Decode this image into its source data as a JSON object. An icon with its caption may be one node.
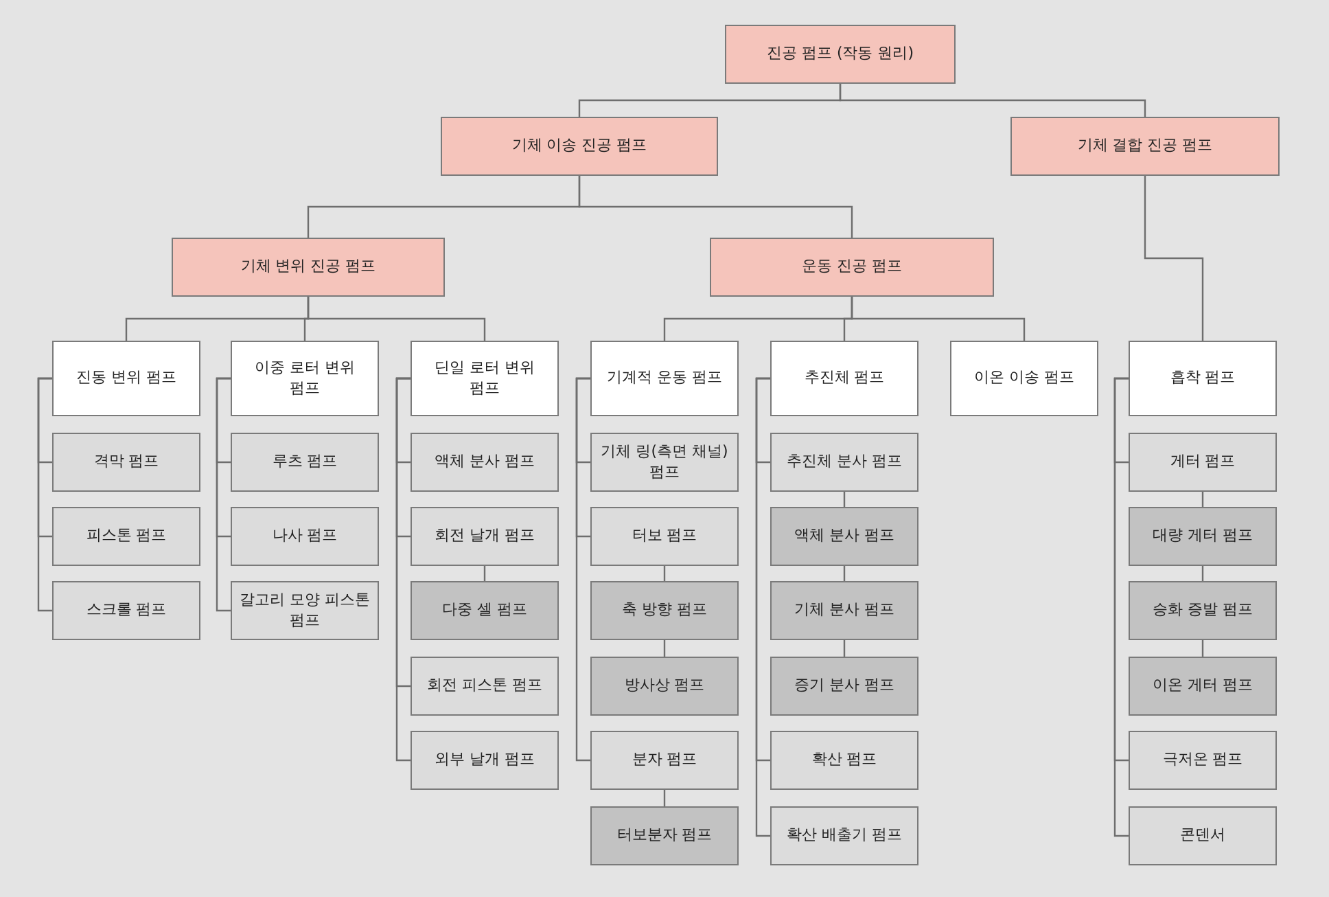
{
  "diagram": {
    "nodes": [
      {
        "text": [
          "진공 펌프 (작동 원리)"
        ]
      },
      {
        "text": [
          "기체 이송 진공 펌프"
        ]
      },
      {
        "text": [
          "기체 결합 진공 펌프"
        ]
      },
      {
        "text": [
          "기체 변위 진공 펌프"
        ]
      },
      {
        "text": [
          "운동 진공 펌프"
        ]
      },
      {
        "text": [
          "진동 변위 펌프"
        ]
      },
      {
        "text": [
          "이중 로터 변위 펌프"
        ]
      },
      {
        "text": [
          "딘일 로터 변위 펌프"
        ]
      },
      {
        "text": [
          "기계적 운동 펌프"
        ]
      },
      {
        "text": [
          "추진체 펌프"
        ]
      },
      {
        "text": [
          "이온 이송 펌프"
        ]
      },
      {
        "text": [
          "흡착 펌프"
        ]
      },
      {
        "text": [
          "격막 펌프"
        ]
      },
      {
        "text": [
          "피스톤 펌프"
        ]
      },
      {
        "text": [
          "스크롤 펌프"
        ]
      },
      {
        "text": [
          "루츠 펌프"
        ]
      },
      {
        "text": [
          "나사 펌프"
        ]
      },
      {
        "text": [
          "갈고리 모양 피스톤 펌프"
        ]
      },
      {
        "text": [
          "액체 분사 펌프"
        ]
      },
      {
        "text": [
          "회전 날개 펌프"
        ]
      },
      {
        "text": [
          "다중 셀 펌프"
        ]
      },
      {
        "text": [
          "회전 피스톤 펌프"
        ]
      },
      {
        "text": [
          "외부 날개 펌프"
        ]
      },
      {
        "text": [
          "기체 링(측면 채널) 펌프"
        ]
      },
      {
        "text": [
          "터보 펌프"
        ]
      },
      {
        "text": [
          "축 방향 펌프"
        ]
      },
      {
        "text": [
          "방사상 펌프"
        ]
      },
      {
        "text": [
          "분자 펌프"
        ]
      },
      {
        "text": [
          "터보분자 펌프"
        ]
      },
      {
        "text": [
          "추진체 분사 펌프"
        ]
      },
      {
        "text": [
          "액체 분사 펌프"
        ]
      },
      {
        "text": [
          "기체 분사 펌프"
        ]
      },
      {
        "text": [
          "증기 분사 펌프"
        ]
      },
      {
        "text": [
          "확산 펌프"
        ]
      },
      {
        "text": [
          "확산 배출기 펌프"
        ]
      },
      {
        "text": [
          "게터 펌프"
        ]
      },
      {
        "text": [
          "대량 게터 펌프"
        ]
      },
      {
        "text": [
          "승화 증발 펌프"
        ]
      },
      {
        "text": [
          "이온 게터 펌프"
        ]
      },
      {
        "text": [
          "극저온 펌프"
        ]
      },
      {
        "text": [
          "콘덴서"
        ]
      }
    ],
    "edges": [
      {
        "from": 0,
        "to": 1,
        "arrow": "none"
      },
      {
        "from": 0,
        "to": 2,
        "arrow": "none"
      },
      {
        "from": 1,
        "to": 3,
        "arrow": "none"
      },
      {
        "from": 1,
        "to": 4,
        "arrow": "none"
      },
      {
        "from": 2,
        "to": 11,
        "arrow": "none"
      },
      {
        "from": 3,
        "to": 5,
        "arrow": "none"
      },
      {
        "from": 3,
        "to": 6,
        "arrow": "none"
      },
      {
        "from": 3,
        "to": 7,
        "arrow": "none"
      },
      {
        "from": 4,
        "to": 8,
        "arrow": "none"
      },
      {
        "from": 4,
        "to": 9,
        "arrow": "none"
      },
      {
        "from": 4,
        "to": 10,
        "arrow": "none"
      },
      {
        "from": 5,
        "to": 12,
        "arrow": "none"
      },
      {
        "from": 5,
        "to": 13,
        "arrow": "none"
      },
      {
        "from": 5,
        "to": 14,
        "arrow": "none"
      },
      {
        "from": 6,
        "to": 15,
        "arrow": "none"
      },
      {
        "from": 6,
        "to": 16,
        "arrow": "none"
      },
      {
        "from": 6,
        "to": 17,
        "arrow": "none"
      },
      {
        "from": 7,
        "to": 18,
        "arrow": "none"
      },
      {
        "from": 7,
        "to": 19,
        "arrow": "none"
      },
      {
        "from": 19,
        "to": 20,
        "arrow": "none"
      },
      {
        "from": 7,
        "to": 21,
        "arrow": "none"
      },
      {
        "from": 7,
        "to": 22,
        "arrow": "none"
      },
      {
        "from": 8,
        "to": 23,
        "arrow": "none"
      },
      {
        "from": 8,
        "to": 24,
        "arrow": "none"
      },
      {
        "from": 24,
        "to": 25,
        "arrow": "none"
      },
      {
        "from": 25,
        "to": 26,
        "arrow": "none"
      },
      {
        "from": 8,
        "to": 27,
        "arrow": "none"
      },
      {
        "from": 27,
        "to": 28,
        "arrow": "none"
      },
      {
        "from": 9,
        "to": 29,
        "arrow": "none"
      },
      {
        "from": 29,
        "to": 30,
        "arrow": "none"
      },
      {
        "from": 30,
        "to": 31,
        "arrow": "none"
      },
      {
        "from": 31,
        "to": 32,
        "arrow": "none"
      },
      {
        "from": 9,
        "to": 33,
        "arrow": "none"
      },
      {
        "from": 9,
        "to": 34,
        "arrow": "none"
      },
      {
        "from": 11,
        "to": 35,
        "arrow": "none"
      },
      {
        "from": 35,
        "to": 36,
        "arrow": "none"
      },
      {
        "from": 36,
        "to": 37,
        "arrow": "none"
      },
      {
        "from": 37,
        "to": 38,
        "arrow": "none"
      },
      {
        "from": 11,
        "to": 39,
        "arrow": "none"
      },
      {
        "from": 11,
        "to": 40,
        "arrow": "none"
      }
    ]
  }
}
